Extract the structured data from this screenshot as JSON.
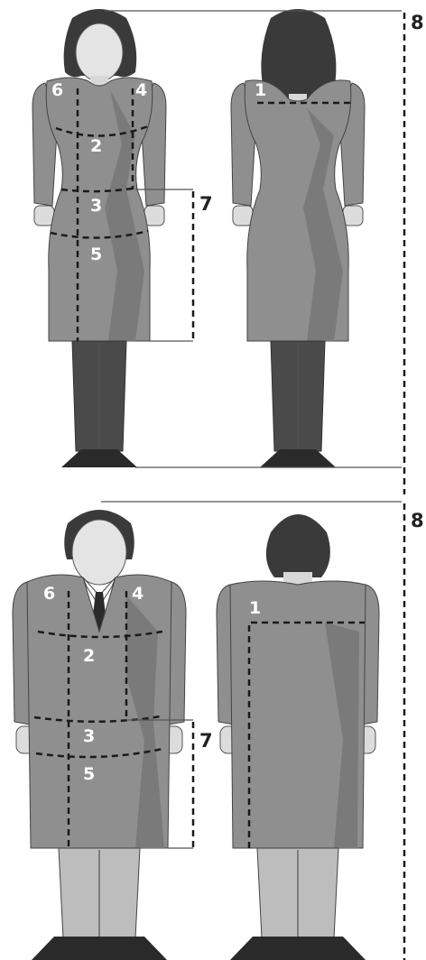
{
  "woman": {
    "front_labels": {
      "m1": "6",
      "m2": "4",
      "m3": "2",
      "m4": "3",
      "m5": "5",
      "m6": "7"
    },
    "back_labels": {
      "m1": "1"
    },
    "height_label": "8"
  },
  "man": {
    "front_labels": {
      "m1": "6",
      "m2": "4",
      "m3": "2",
      "m4": "3",
      "m5": "5",
      "m6": "7"
    },
    "back_labels": {
      "m1": "1"
    },
    "height_label": "8"
  },
  "colors": {
    "garment": "#8f8f8f",
    "garment_shade": "#777777",
    "hair": "#3a3a3a",
    "skin": "#e6e6e6",
    "legs_dark": "#4a4a4a",
    "legs_light": "#bdbdbd"
  }
}
